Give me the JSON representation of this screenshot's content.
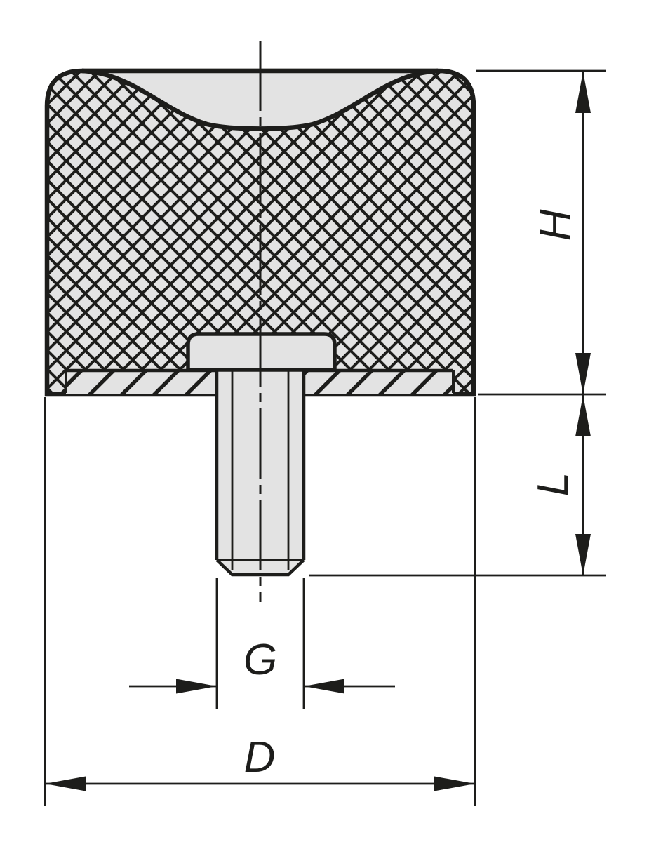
{
  "drawing": {
    "kind": "sectional technical drawing",
    "labels": {
      "h": "H",
      "l": "L",
      "g": "G",
      "d": "D"
    },
    "colors": {
      "ink": "#1d1d1b",
      "material_fill": "#e3e3e3",
      "background": "#ffffff"
    }
  }
}
